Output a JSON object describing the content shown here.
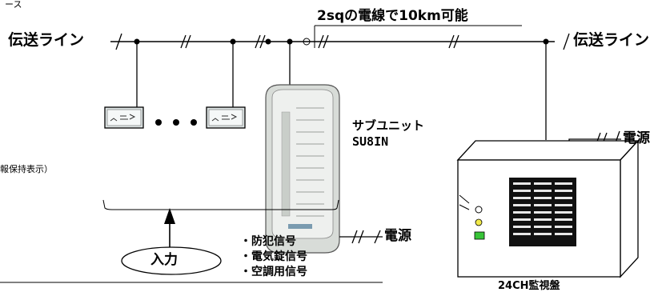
{
  "labels": {
    "top_left_fragment": "ース",
    "cable_note": "2sqの電線で10km可能",
    "line_left": "伝送ライン",
    "line_right": "伝送ライン",
    "subunit_name": "サブユニット",
    "subunit_model": "SU8IN",
    "power_subunit": "電源",
    "power_panel": "電源",
    "side_note_fragment": "報保持表示）",
    "input": "入力",
    "signals": [
      "・防犯信号",
      "・電気錠信号",
      "・空調用信号"
    ],
    "panel_name": "24CH監視盤"
  },
  "colors": {
    "panel_indicator_yellow": "#f2ea4a",
    "panel_indicator_green": "#38c438",
    "subunit_body": "#d8dcd8"
  }
}
